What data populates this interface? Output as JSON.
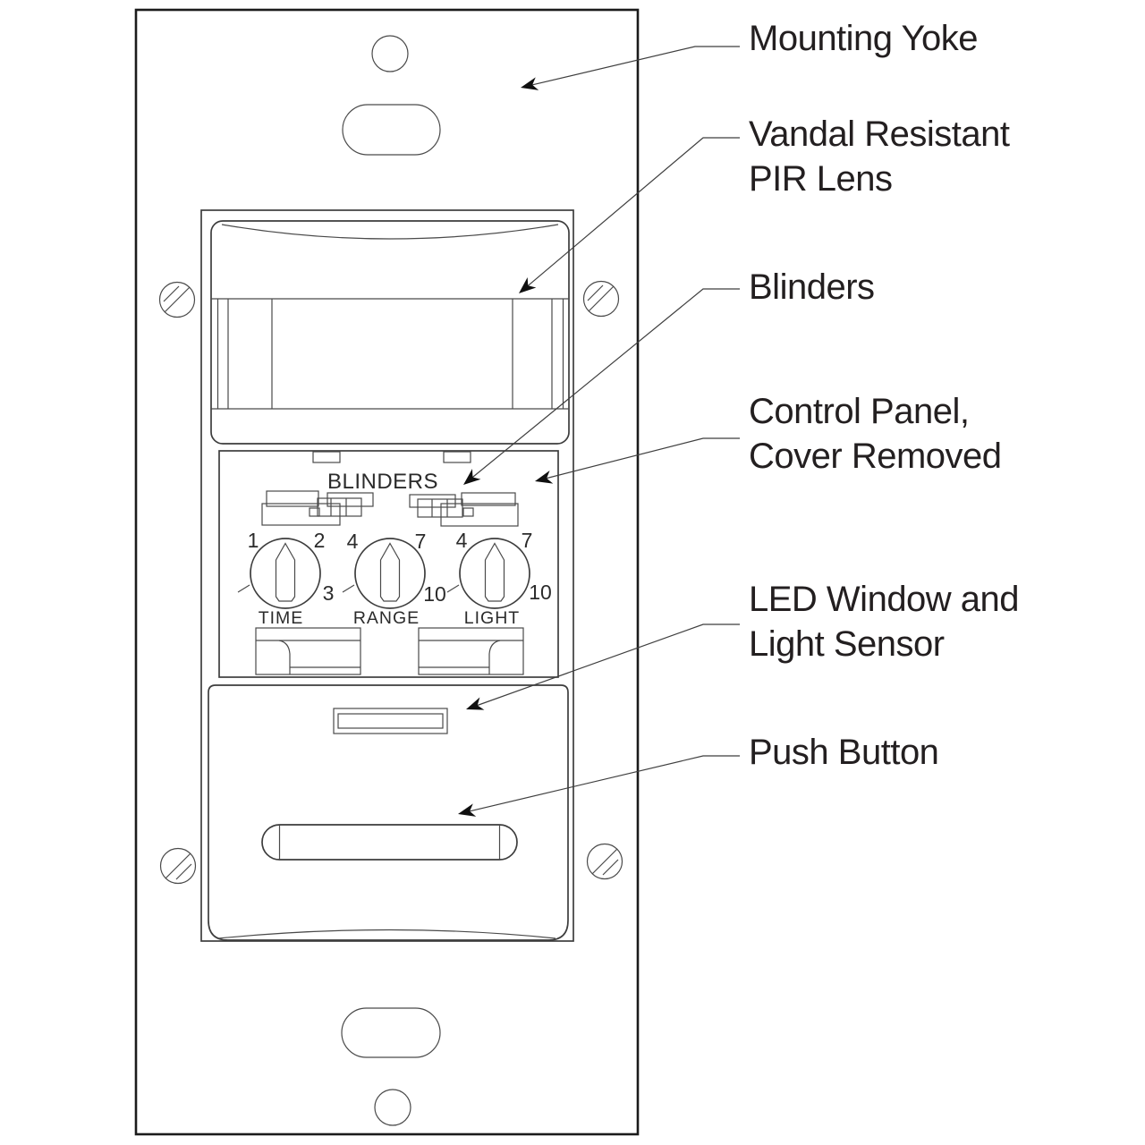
{
  "figure": {
    "type": "technical-line-diagram",
    "subject": "Wall-mounted PIR occupancy sensor switch with labeled parts"
  },
  "callouts": {
    "mounting_yoke": {
      "line1": "Mounting Yoke"
    },
    "pir_lens": {
      "line1": "Vandal Resistant",
      "line2": "PIR Lens"
    },
    "blinders": {
      "line1": "Blinders"
    },
    "control_panel": {
      "line1": "Control Panel,",
      "line2": "Cover Removed"
    },
    "led_window": {
      "line1": "LED Window and",
      "line2": "Light Sensor"
    },
    "push_button": {
      "line1": "Push Button"
    }
  },
  "panel": {
    "heading": "BLINDERS",
    "dials": {
      "time": {
        "label": "TIME",
        "tick_top_left": "1",
        "tick_top_right": "2",
        "tick_bottom_right": "3"
      },
      "range": {
        "label": "RANGE",
        "tick_top_left": "4",
        "tick_top_right": "7",
        "tick_bottom_right": "10"
      },
      "light": {
        "label": "LIGHT",
        "tick_top_left": "4",
        "tick_top_right": "7",
        "tick_bottom_right": "10"
      }
    }
  },
  "colors": {
    "background": "#ffffff",
    "line": "#3d3d3d",
    "plate_line": "#1b1b1b",
    "text": "#231f20",
    "arrow_fill": "#101010"
  }
}
